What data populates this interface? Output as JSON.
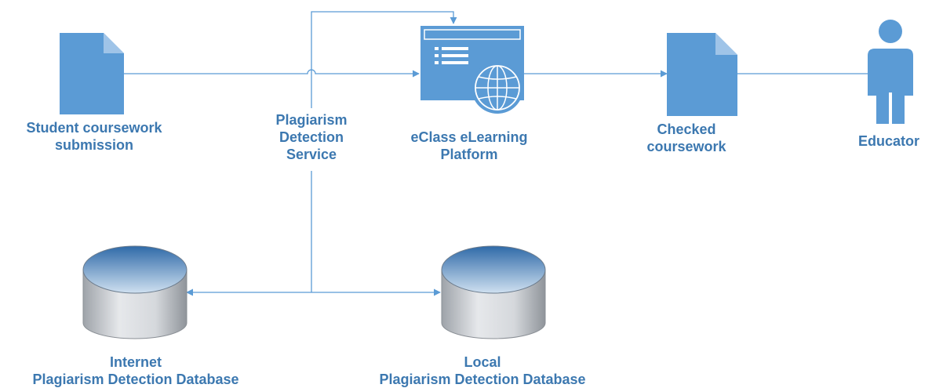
{
  "colors": {
    "accent": "#5b9bd5",
    "line": "#5b9bd5",
    "label": "#3c78b0",
    "db_top": "#3e78b2",
    "db_body": "#c8ccd2"
  },
  "nodes": {
    "student": {
      "icon": "document-icon",
      "lines": [
        "Student coursework",
        "submission"
      ]
    },
    "plagiarism_service": {
      "lines": [
        "Plagiarism",
        "Detection",
        "Service"
      ]
    },
    "eclass": {
      "icon": "web-application-icon",
      "lines": [
        "eClass eLearning",
        "Platform"
      ]
    },
    "checked": {
      "icon": "document-icon",
      "lines": [
        "Checked",
        "coursework"
      ]
    },
    "educator": {
      "icon": "person-icon",
      "lines": [
        "Educator"
      ]
    },
    "internet_db": {
      "icon": "database-icon",
      "lines": [
        "Internet",
        "Plagiarism Detection Database"
      ]
    },
    "local_db": {
      "icon": "database-icon",
      "lines": [
        "Local",
        "Plagiarism Detection Database"
      ]
    }
  }
}
